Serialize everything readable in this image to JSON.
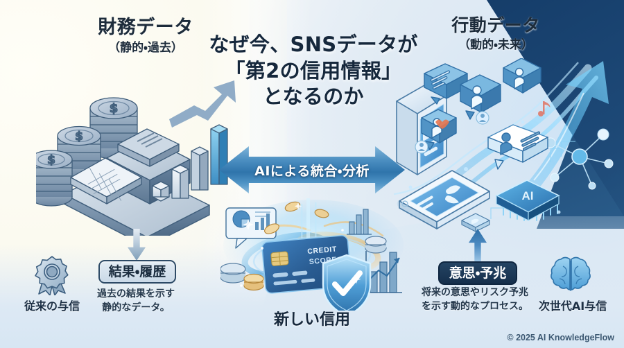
{
  "title": {
    "line1": "なぜ今、SNSデータが",
    "line2": "「第2の信用情報」",
    "line3": "となるのか"
  },
  "left_panel": {
    "heading": "財務データ",
    "subheading": "（静的・過去）",
    "illustration": "isometric-finance-stack",
    "pill_label": "結果・履歴",
    "description_line1": "過去の結果を示す",
    "description_line2": "静的なデータ。",
    "icon_name": "ribbon-rosette-icon",
    "icon_caption": "従来の与信",
    "arrow_direction": "down"
  },
  "right_panel": {
    "heading": "行動データ",
    "subheading": "（動的・未来）",
    "illustration": "sns-devices-ai-network",
    "pill_label": "意思・予兆",
    "description_line1": "将来の意思やリスク予兆",
    "description_line2": "を示す動的なプロセス。",
    "icon_name": "brain-icon",
    "icon_caption": "次世代AI与信",
    "arrow_direction": "up",
    "chip_label": "AI"
  },
  "center": {
    "arrow_label": "AIによる統合・分析",
    "arrow_type": "double-headed-horizontal",
    "bottom_label": "新しい信用",
    "card_text_line1": "CREDIT",
    "card_text_line2": "SCORE",
    "shield_icon": "shield-check-icon"
  },
  "footer": {
    "copyright": "© 2025 AI KnowledgeFlow"
  },
  "colors": {
    "background_left": "#fbfaf2",
    "background_right": "#dfeaf4",
    "navy_corner": "#1e4a78",
    "arrow_blue": "#2f74ab",
    "pill_left_bg": "#d6e3ee",
    "pill_right_bg": "#1b3a5c",
    "title_text": "#16283c",
    "body_text": "#24384c"
  }
}
